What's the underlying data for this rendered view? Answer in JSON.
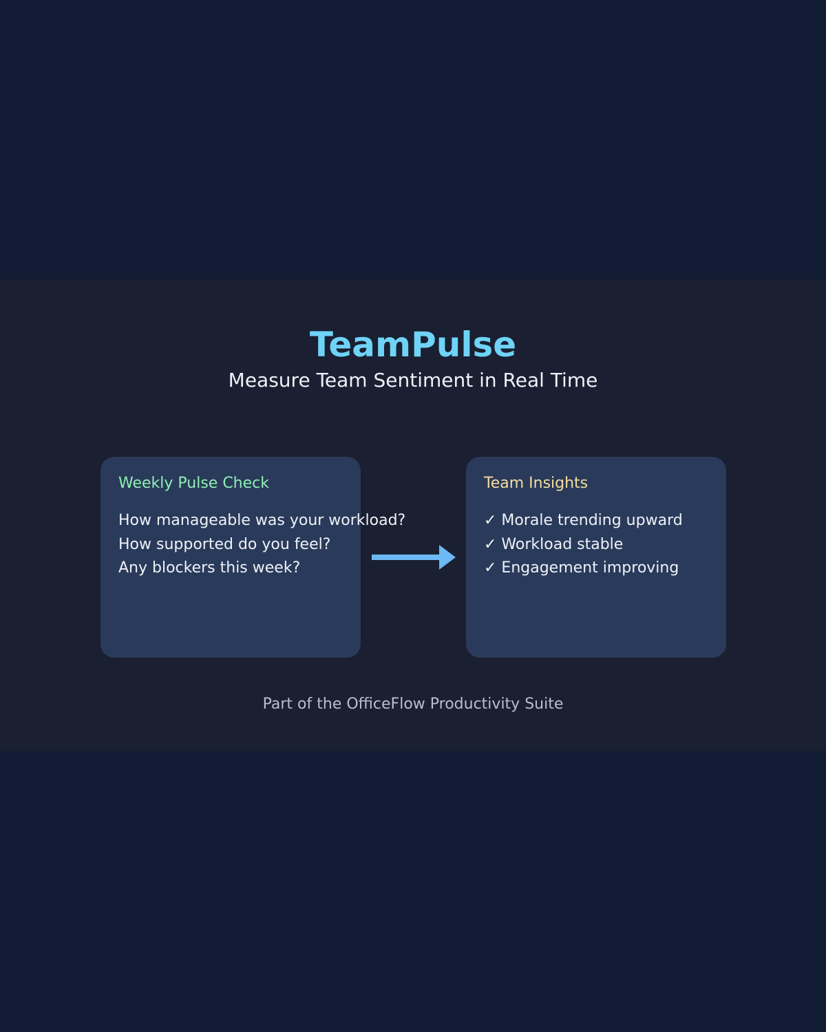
{
  "title": "TeamPulse",
  "subtitle": "Measure Team Sentiment in Real Time",
  "left_card": {
    "heading": "Weekly Pulse Check",
    "items": [
      "How manageable was your workload?",
      "How supported do you feel?",
      "Any blockers this week?"
    ]
  },
  "right_card": {
    "heading": "Team Insights",
    "items": [
      "✓ Morale trending upward",
      "✓ Workload stable",
      "✓ Engagement improving"
    ]
  },
  "footer": "Part of the OfficeFlow Productivity Suite",
  "colors": {
    "background": "#111b33",
    "panel": "#1a1f31",
    "card": "#2a3a5a",
    "title": "#6fd3f7",
    "left_heading": "#8ef0b4",
    "right_heading": "#f5de9e",
    "arrow": "#6cb8f5"
  },
  "arrow_icon": "arrow-right-icon"
}
